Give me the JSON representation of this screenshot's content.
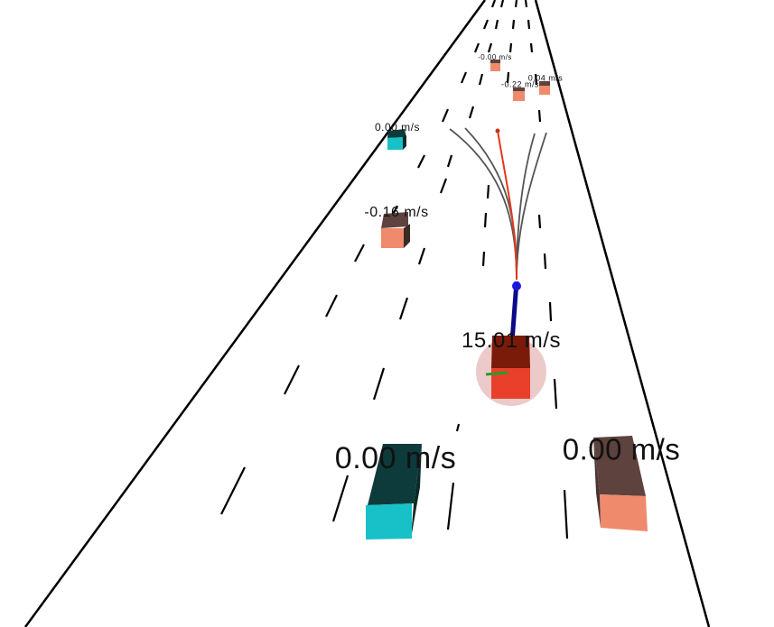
{
  "colors": {
    "road_edge": "#000000",
    "lane_dash": "#000000",
    "cyan_top": "#0d3a3a",
    "cyan_front": "#18c1c8",
    "salmon_top": "#5d423d",
    "salmon_front": "#f08a6c",
    "ego_body": "#7a1a08",
    "ego_front": "#e8402a",
    "ego_halo": "#e6b8b8",
    "trajectory_selected": "#e03a1a",
    "trajectory_candidate": "#555555",
    "history_path": "#0a0a8a",
    "ego_marker": "#1a1adf",
    "heading_indicator": "#2a9a2a"
  },
  "vehicles": [
    {
      "id": "front-left-far",
      "color": "cyan",
      "speed_label": "0.00  m/s"
    },
    {
      "id": "mid-left",
      "color": "salmon",
      "speed_label": "-0.16  m/s"
    },
    {
      "id": "far-center",
      "color": "salmon",
      "speed_label": "-0.00  m/s"
    },
    {
      "id": "far-center-2",
      "color": "salmon",
      "speed_label": "-0.22  m/s"
    },
    {
      "id": "far-right",
      "color": "salmon",
      "speed_label": "0.04  m/s"
    },
    {
      "id": "near-left",
      "color": "cyan",
      "speed_label": "0.00  m/s"
    },
    {
      "id": "near-right",
      "color": "salmon",
      "speed_label": "0.00  m/s"
    }
  ],
  "ego": {
    "speed_label": "15.01  m/s"
  }
}
